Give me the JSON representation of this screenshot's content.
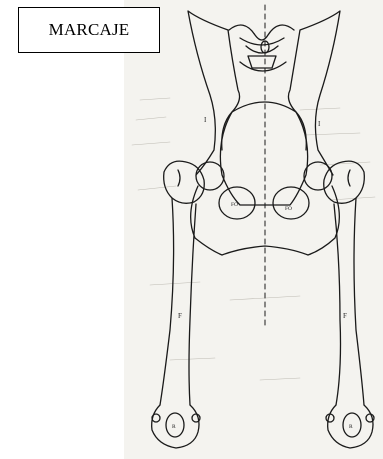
{
  "label_box": {
    "text": "MARCAJE"
  },
  "anatomy_labels": {
    "ilium_left": "I",
    "ilium_right": "I",
    "foramen_left": "FO",
    "foramen_right": "FO",
    "femur_left": "F",
    "femur_right": "F",
    "patella_left": "R",
    "patella_right": "R"
  },
  "colors": {
    "ink": "#1a1a1a",
    "paper": "#f4f3ef",
    "frame": "#000000"
  }
}
